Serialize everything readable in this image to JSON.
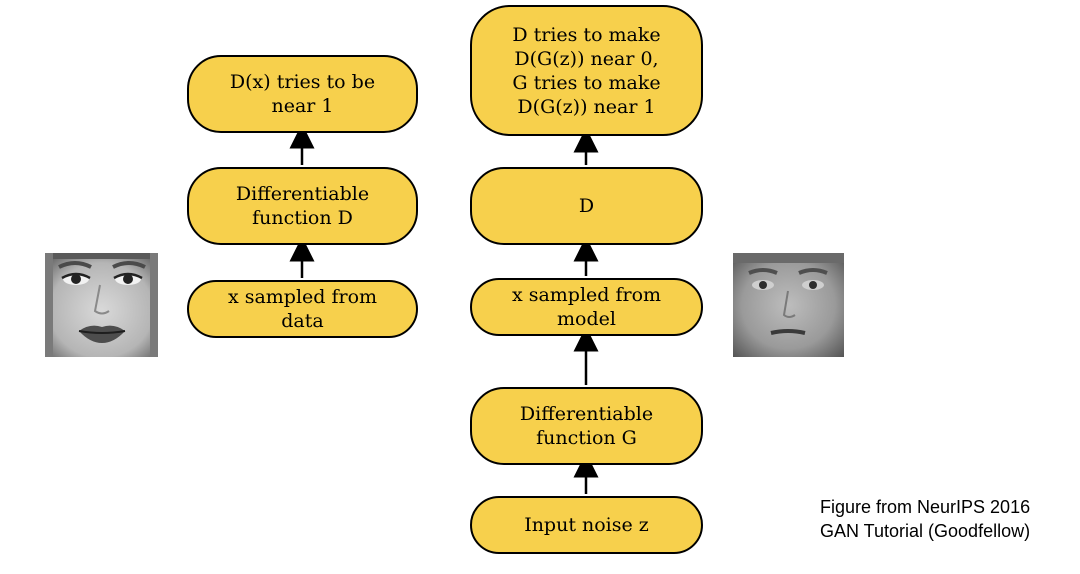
{
  "diagram": {
    "real_branch": {
      "top_node": "D(x) tries to be\nnear 1",
      "middle_node": "Differentiable\nfunction D",
      "bottom_node": "x sampled from\ndata"
    },
    "fake_branch": {
      "top_node": "D tries to make\nD(G(z)) near 0,\nG tries to make\nD(G(z)) near 1",
      "discriminator_node": "D",
      "sample_node": "x sampled from\nmodel",
      "generator_node": "Differentiable\nfunction G",
      "input_node": "Input noise z"
    },
    "node_fill": "#f7d04c",
    "edge_color": "#000000"
  },
  "caption": "Figure from NeurIPS 2016\nGAN Tutorial (Goodfellow)"
}
